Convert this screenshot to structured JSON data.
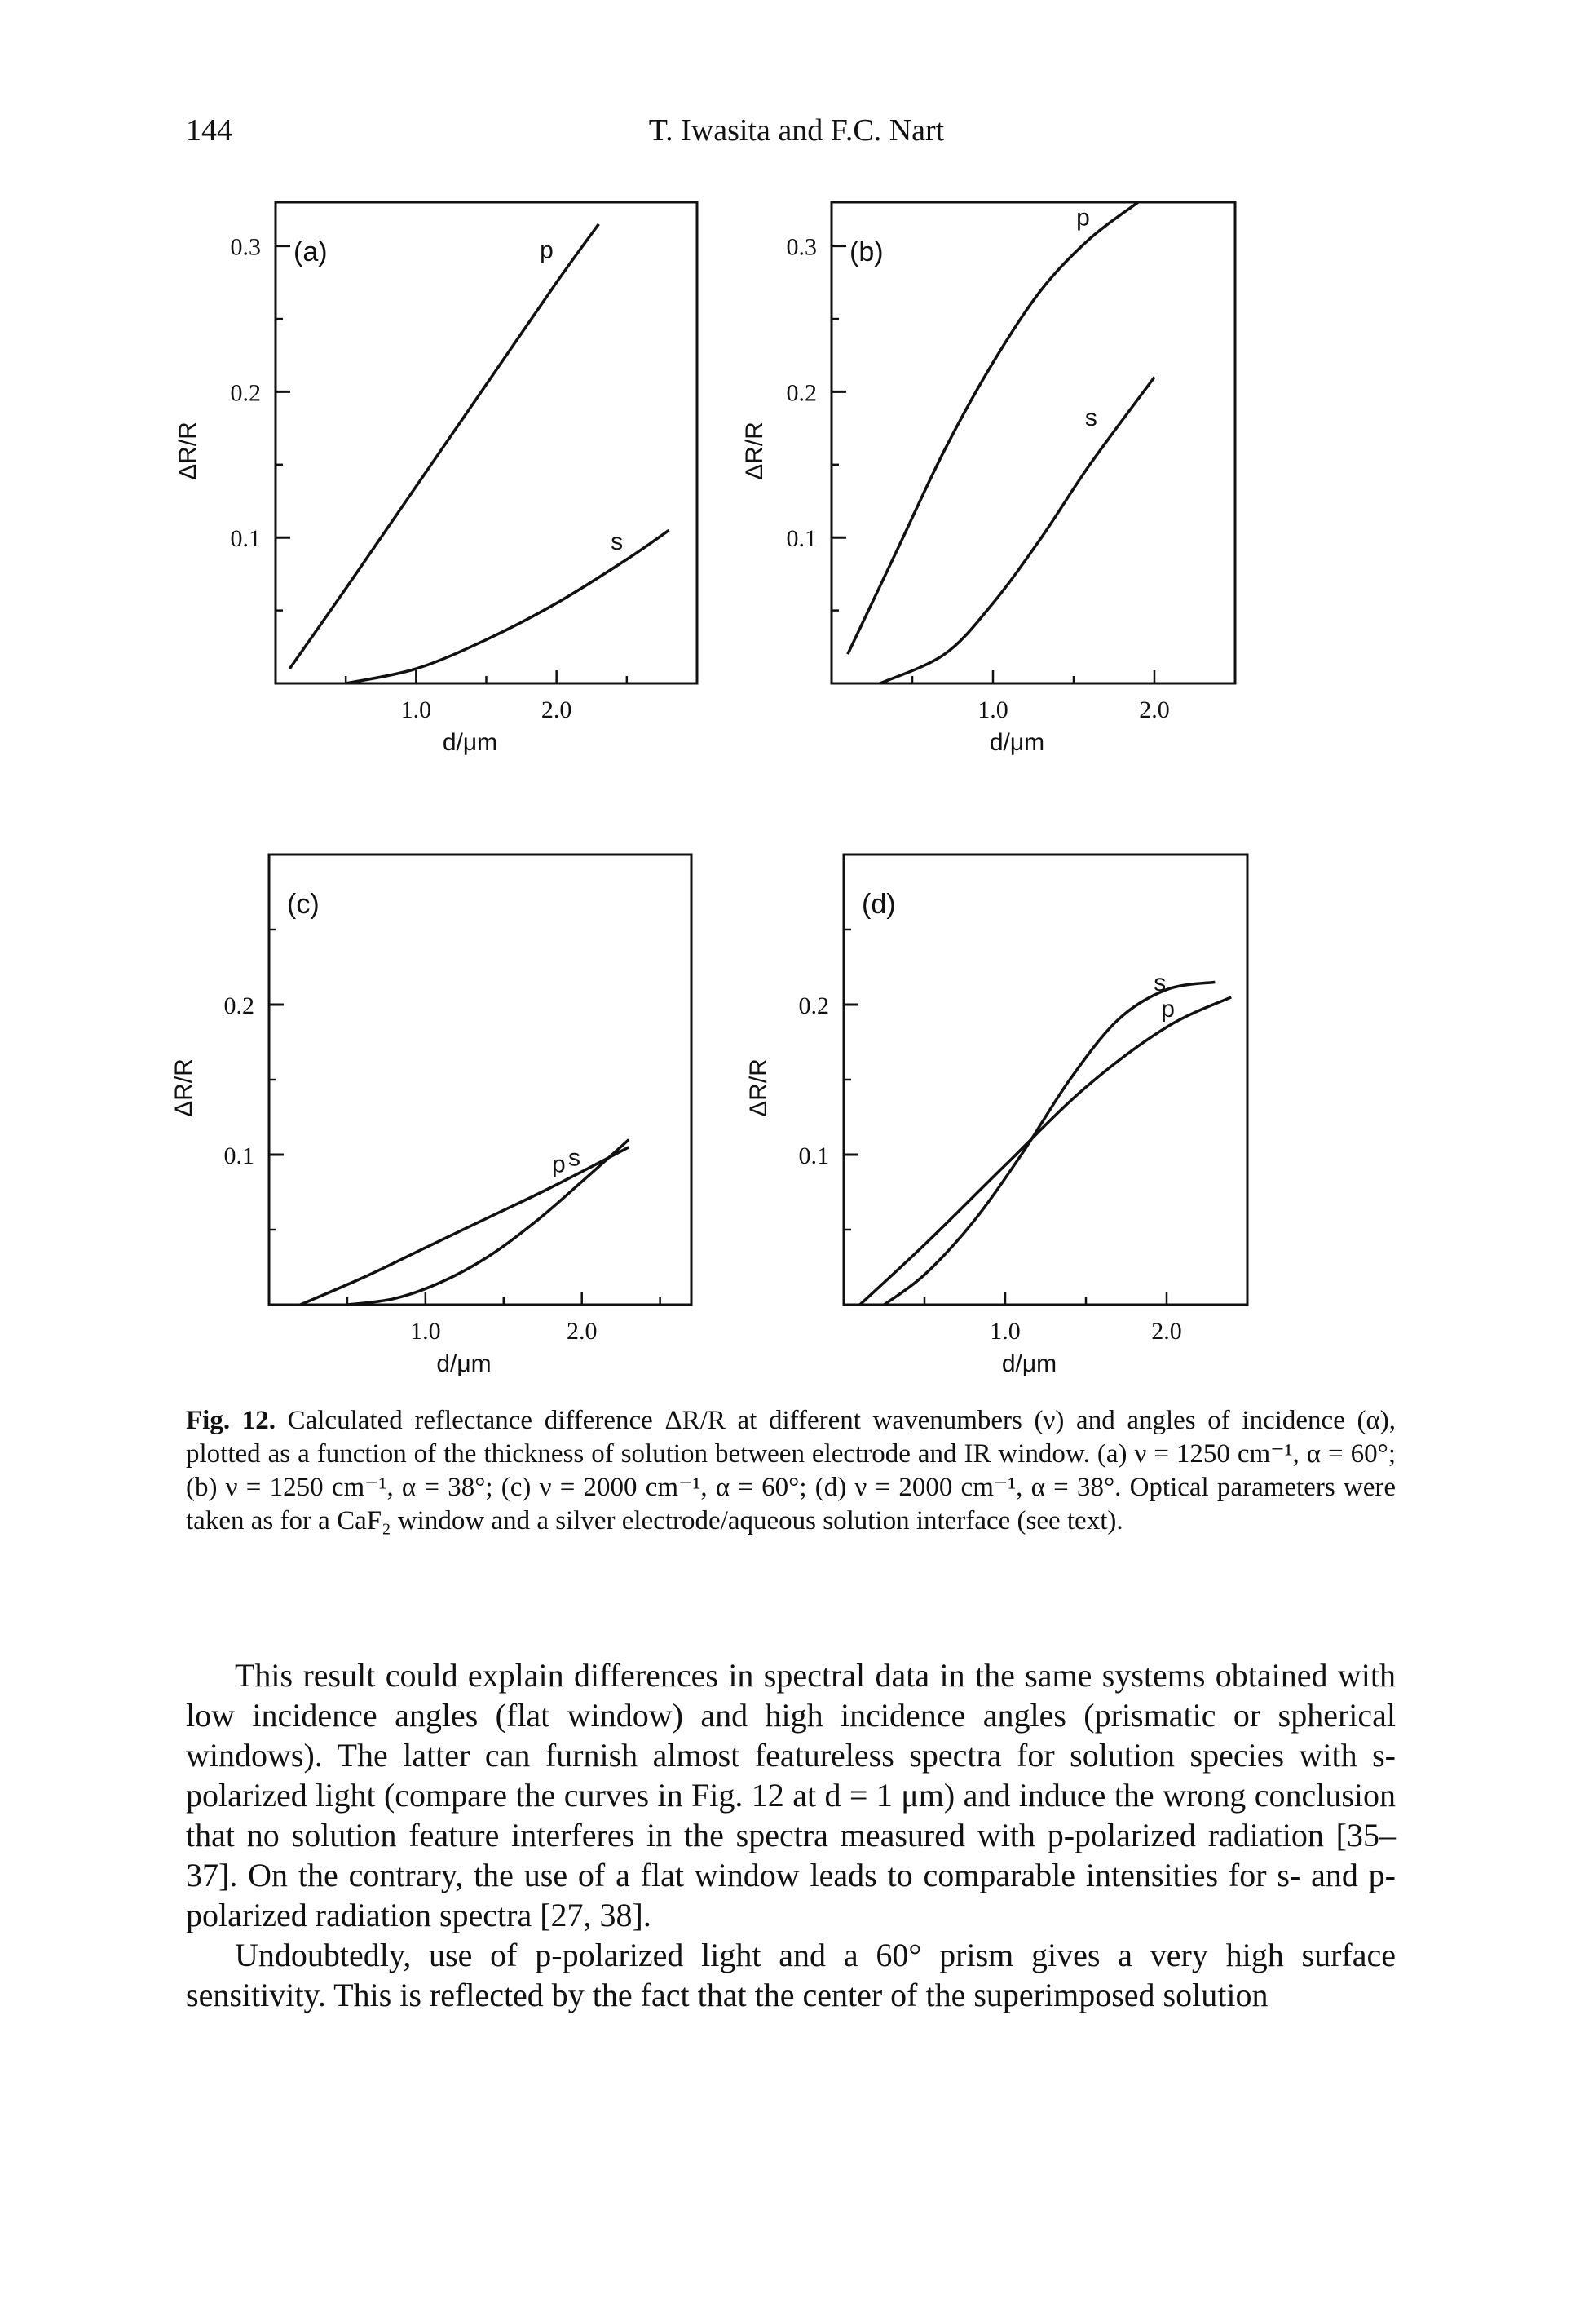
{
  "header": {
    "page_number": "144",
    "authors": "T. Iwasita and F.C. Nart"
  },
  "chart_data": [
    {
      "type": "line",
      "panel_label": "(a)",
      "xlabel": "d/μm",
      "ylabel": "ΔR/R",
      "xlim": [
        0,
        3.0
      ],
      "ylim": [
        0,
        0.33
      ],
      "xticks": [
        "1.0",
        "2.0"
      ],
      "yticks": [
        "0.1",
        "0.2",
        "0.3"
      ],
      "series": [
        {
          "name": "p",
          "x": [
            0.1,
            0.5,
            1.0,
            1.5,
            2.0,
            2.3
          ],
          "y": [
            0.01,
            0.065,
            0.135,
            0.205,
            0.275,
            0.315
          ]
        },
        {
          "name": "s",
          "x": [
            0.5,
            1.0,
            1.5,
            2.0,
            2.5,
            2.8
          ],
          "y": [
            0.0,
            0.01,
            0.03,
            0.055,
            0.085,
            0.105
          ]
        }
      ]
    },
    {
      "type": "line",
      "panel_label": "(b)",
      "xlabel": "d/μm",
      "ylabel": "ΔR/R",
      "xlim": [
        0,
        2.5
      ],
      "ylim": [
        0,
        0.33
      ],
      "xticks": [
        "1.0",
        "2.0"
      ],
      "yticks": [
        "0.1",
        "0.2",
        "0.3"
      ],
      "series": [
        {
          "name": "p",
          "x": [
            0.1,
            0.4,
            0.7,
            1.0,
            1.3,
            1.6,
            1.9
          ],
          "y": [
            0.02,
            0.09,
            0.16,
            0.22,
            0.27,
            0.305,
            0.33
          ]
        },
        {
          "name": "s",
          "x": [
            0.3,
            0.7,
            1.0,
            1.3,
            1.6,
            2.0
          ],
          "y": [
            0.0,
            0.02,
            0.055,
            0.1,
            0.15,
            0.21
          ]
        }
      ]
    },
    {
      "type": "line",
      "panel_label": "(c)",
      "xlabel": "d/μm",
      "ylabel": "ΔR/R",
      "xlim": [
        0,
        2.7
      ],
      "ylim": [
        0,
        0.3
      ],
      "xticks": [
        "1.0",
        "2.0"
      ],
      "yticks": [
        "0.1",
        "0.2"
      ],
      "series": [
        {
          "name": "p",
          "x": [
            0.2,
            0.6,
            1.0,
            1.4,
            1.8,
            2.3
          ],
          "y": [
            0.0,
            0.018,
            0.038,
            0.058,
            0.078,
            0.105
          ]
        },
        {
          "name": "s",
          "x": [
            0.5,
            0.8,
            1.1,
            1.4,
            1.7,
            2.0,
            2.3
          ],
          "y": [
            0.0,
            0.004,
            0.015,
            0.032,
            0.055,
            0.082,
            0.11
          ]
        }
      ]
    },
    {
      "type": "line",
      "panel_label": "(d)",
      "xlabel": "d/μm",
      "ylabel": "ΔR/R",
      "xlim": [
        0,
        2.5
      ],
      "ylim": [
        0,
        0.3
      ],
      "xticks": [
        "1.0",
        "2.0"
      ],
      "yticks": [
        "0.1",
        "0.2"
      ],
      "series": [
        {
          "name": "p",
          "x": [
            0.1,
            0.5,
            1.0,
            1.5,
            2.0,
            2.4
          ],
          "y": [
            0.0,
            0.04,
            0.093,
            0.145,
            0.185,
            0.205
          ]
        },
        {
          "name": "s",
          "x": [
            0.25,
            0.5,
            0.8,
            1.1,
            1.4,
            1.7,
            2.0,
            2.3
          ],
          "y": [
            0.0,
            0.02,
            0.055,
            0.1,
            0.15,
            0.19,
            0.21,
            0.215
          ]
        }
      ]
    }
  ],
  "caption": {
    "label": "Fig. 12.",
    "text": "Calculated reflectance difference ΔR/R at different wavenumbers (ν) and angles of incidence (α), plotted as a function of the thickness of solution between electrode and IR window. (a) ν = 1250 cm⁻¹, α = 60°; (b) ν = 1250 cm⁻¹, α = 38°; (c) ν = 2000 cm⁻¹, α = 60°; (d) ν = 2000 cm⁻¹, α = 38°. Optical parameters were taken as for a CaF₂ window and a silver electrode/aqueous solution interface (see text)."
  },
  "body": {
    "paragraphs": [
      "This result could explain differences in spectral data in the same systems obtained with low incidence angles (flat window) and high incidence angles (prismatic or spherical windows). The latter can furnish almost featureless spectra for solution species with s-polarized light (compare the curves in Fig. 12 at d = 1 μm) and induce the wrong conclusion that no solution feature interferes in the spectra measured with p-polarized radiation [35–37]. On the contrary, the use of a flat window leads to comparable intensities for s- and p-polarized radiation spectra [27, 38].",
      "Undoubtedly, use of p-polarized light and a 60° prism gives a very high surface sensitivity. This is reflected by the fact that the center of the superimposed solution"
    ]
  }
}
